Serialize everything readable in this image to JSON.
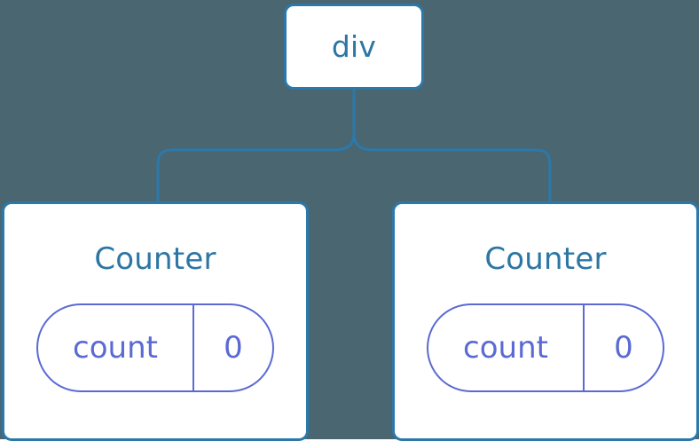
{
  "diagram": {
    "type": "component-tree",
    "background_color": "#4a6670",
    "node_border_color": "#2b79ab",
    "node_text_color": "#2c76a4",
    "state_color": "#5b6ad3",
    "connector_color": "#2b79ab"
  },
  "root": {
    "label": "div"
  },
  "children": [
    {
      "label": "Counter",
      "state": {
        "key": "count",
        "value": "0"
      }
    },
    {
      "label": "Counter",
      "state": {
        "key": "count",
        "value": "0"
      }
    }
  ]
}
